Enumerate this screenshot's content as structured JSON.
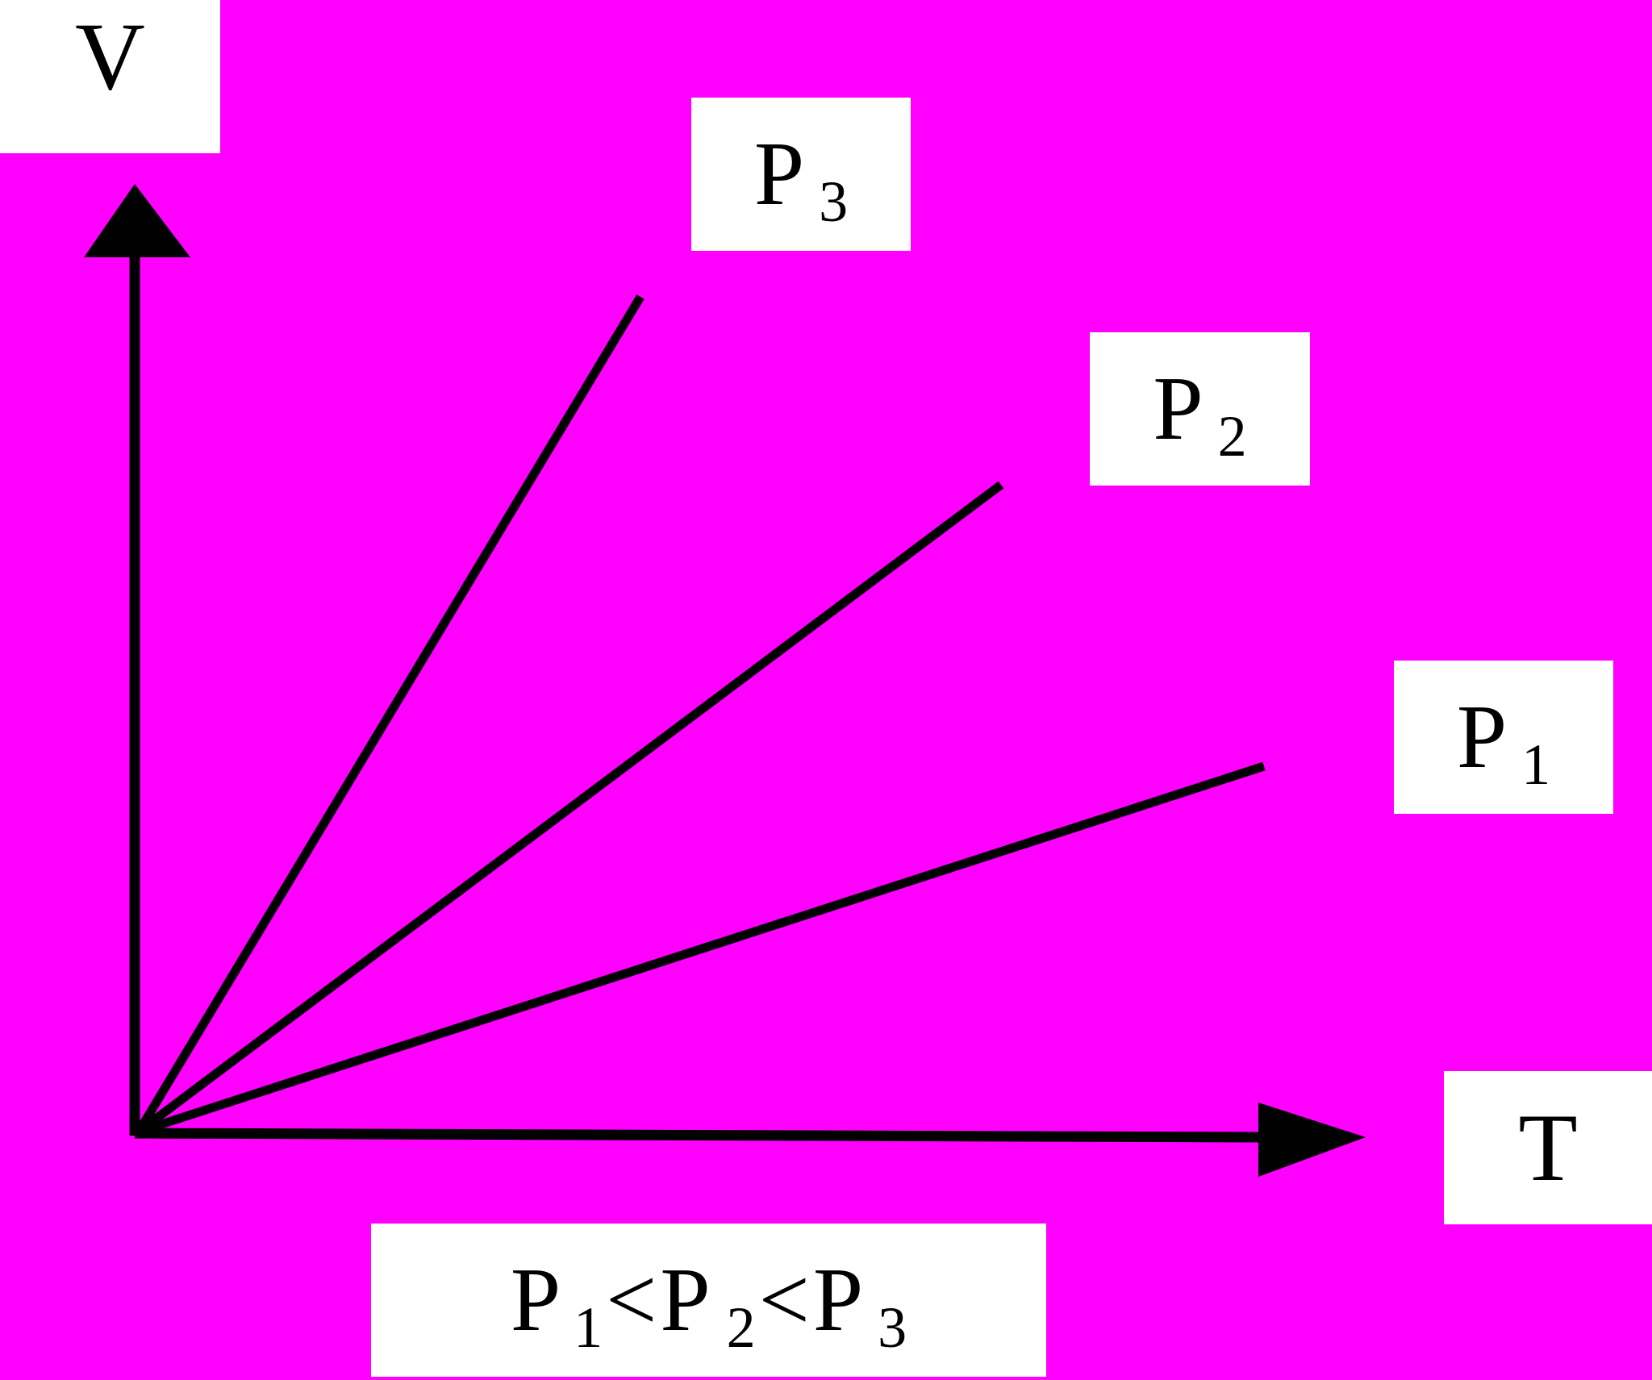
{
  "axes": {
    "y_label": "V",
    "x_label": "T"
  },
  "lines": [
    {
      "name": "P",
      "sub": "3"
    },
    {
      "name": "P",
      "sub": "2"
    },
    {
      "name": "P",
      "sub": "1"
    }
  ],
  "relation": {
    "p1": "P",
    "p1_sub": "1",
    "lt1": "<",
    "p2": "P",
    "p2_sub": "2",
    "lt2": "<",
    "p3": "P",
    "p3_sub": "3"
  },
  "colors": {
    "background": "#ff00ff",
    "box": "#ffffff",
    "ink": "#000000"
  }
}
